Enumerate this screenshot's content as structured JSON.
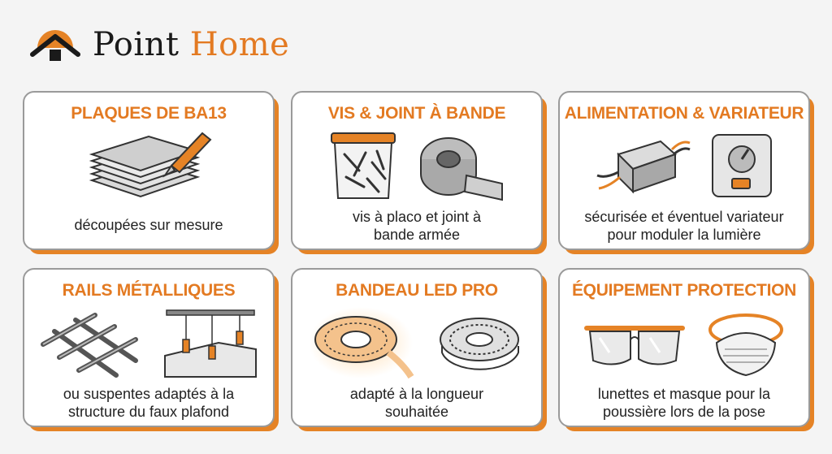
{
  "brand": {
    "name_part1": "Point",
    "name_part2": "Home"
  },
  "cards": [
    {
      "title": "PLAQUES DE BA13",
      "desc_line1": "découpées sur mesure",
      "desc_line2": ""
    },
    {
      "title": "VIS & JOINT À BANDE",
      "desc_line1": "vis à placo et joint à",
      "desc_line2": "bande armée"
    },
    {
      "title": "ALIMENTATION & VARIATEUR",
      "desc_line1": "sécurisée et éventuel variateur",
      "desc_line2": "pour moduler la lumière"
    },
    {
      "title": "RAILS MÉTALLIQUES",
      "desc_line1": "ou suspentes adaptés à la",
      "desc_line2": "structure du faux plafond"
    },
    {
      "title": "BANDEAU LED PRO",
      "desc_line1": "adapté à la longueur",
      "desc_line2": "souhaitée"
    },
    {
      "title": "ÉQUIPEMENT PROTECTION",
      "desc_line1": "lunettes et masque pour la",
      "desc_line2": "poussière lors de la pose"
    }
  ],
  "colors": {
    "accent": "#e37a22",
    "border": "#9a9a9a",
    "text": "#222222",
    "background": "#f4f4f4"
  },
  "icons": [
    "house-sun-logo-icon",
    "plasterboard-stack-icon",
    "cutter-knife-icon",
    "screw-box-icon",
    "tape-roll-icon",
    "power-supply-icon",
    "dimmer-switch-icon",
    "metal-grid-icon",
    "suspension-rail-icon",
    "led-reel-glow-icon",
    "led-reel-icon",
    "safety-goggles-icon",
    "dust-mask-icon"
  ]
}
